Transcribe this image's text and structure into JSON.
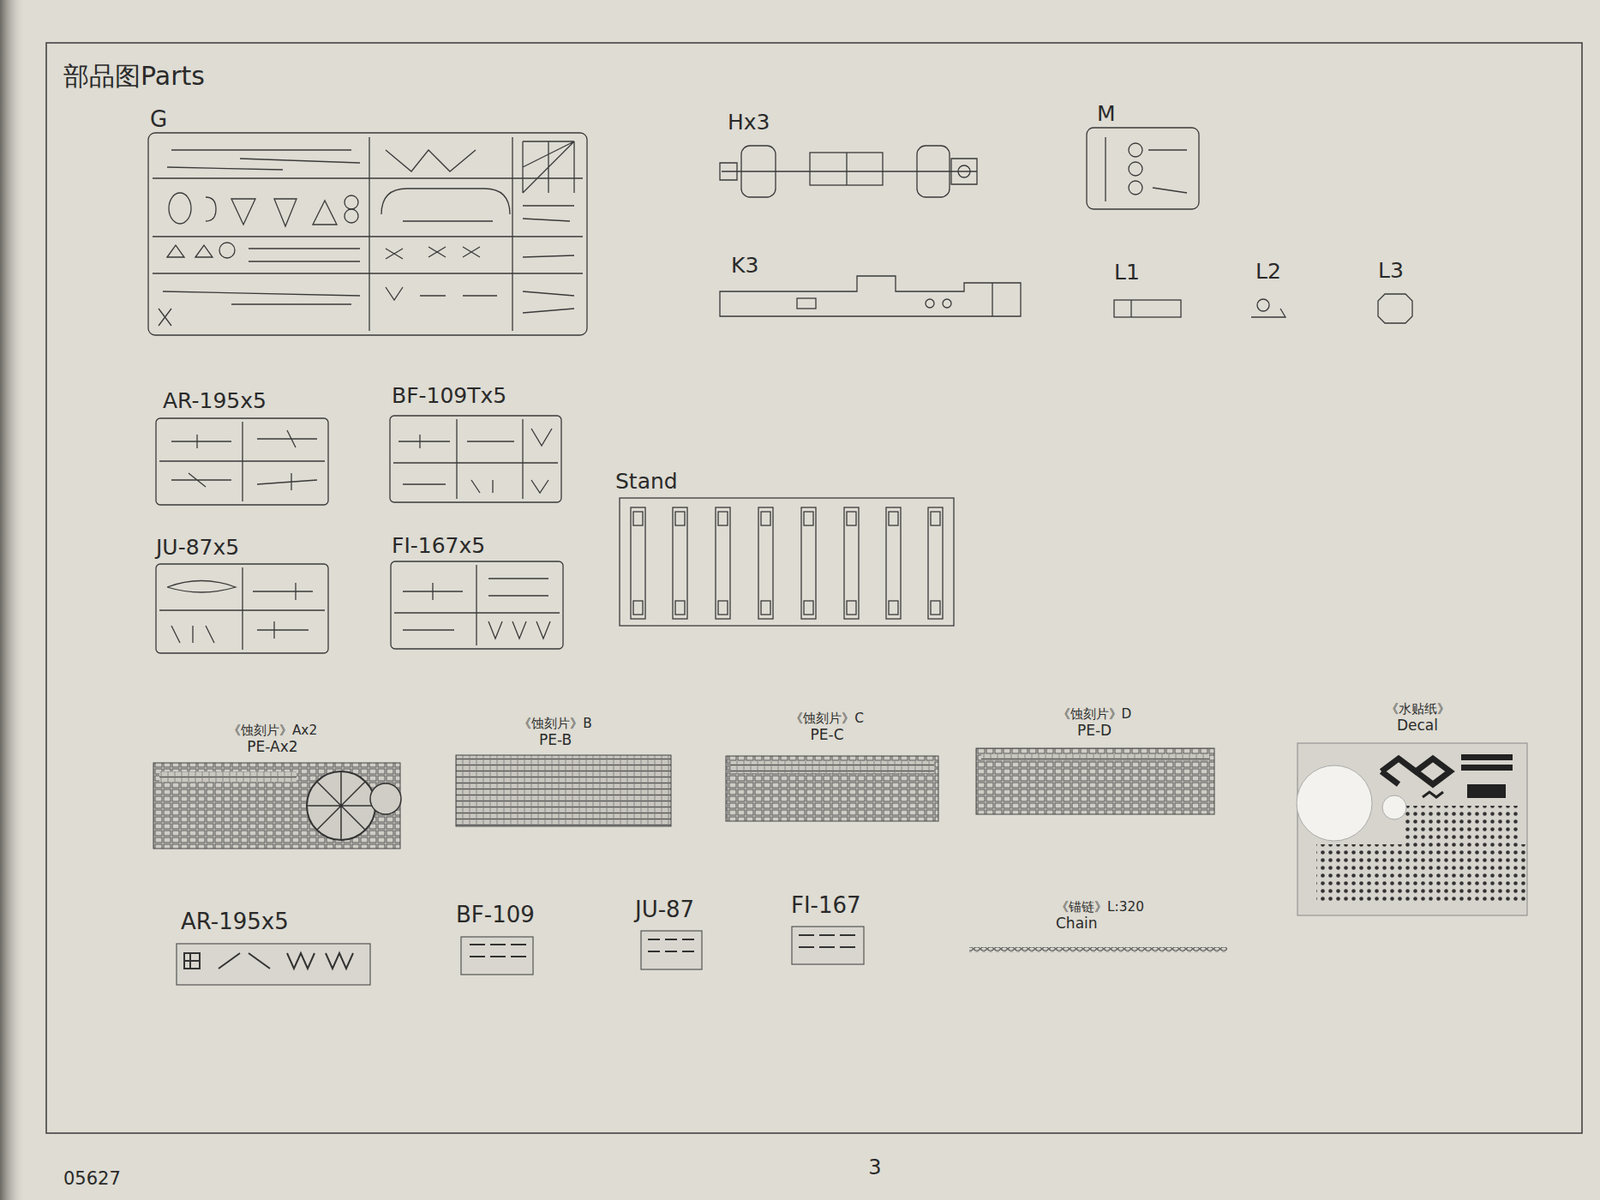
{
  "diagram": {
    "title": "部品图Parts",
    "nodes": [
      {
        "text": [
          "G"
        ]
      },
      {
        "text": [
          "Hx3"
        ]
      },
      {
        "text": [
          "M"
        ]
      },
      {
        "text": [
          "K3"
        ]
      },
      {
        "text": [
          "L1"
        ]
      },
      {
        "text": [
          "L2"
        ]
      },
      {
        "text": [
          "L3"
        ]
      },
      {
        "text": [
          "AR-195x5"
        ]
      },
      {
        "text": [
          "BF-109Tx5"
        ]
      },
      {
        "text": [
          "Stand"
        ]
      },
      {
        "text": [
          "JU-87x5"
        ]
      },
      {
        "text": [
          "FI-167x5"
        ]
      },
      {
        "text": [
          "《蚀刻片》Ax2",
          "PE-Ax2"
        ]
      },
      {
        "text": [
          "《蚀刻片》B",
          "PE-B"
        ]
      },
      {
        "text": [
          "《蚀刻片》C",
          "PE-C"
        ]
      },
      {
        "text": [
          "《蚀刻片》D",
          "PE-D"
        ]
      },
      {
        "text": [
          "《水贴纸》",
          "Decal"
        ]
      },
      {
        "text": [
          "AR-195x5"
        ]
      },
      {
        "text": [
          "BF-109"
        ]
      },
      {
        "text": [
          "JU-87"
        ]
      },
      {
        "text": [
          "FI-167"
        ]
      },
      {
        "text": [
          "《锚链》L:320",
          "Chain"
        ]
      }
    ],
    "labels": [
      "05627",
      "3"
    ]
  }
}
